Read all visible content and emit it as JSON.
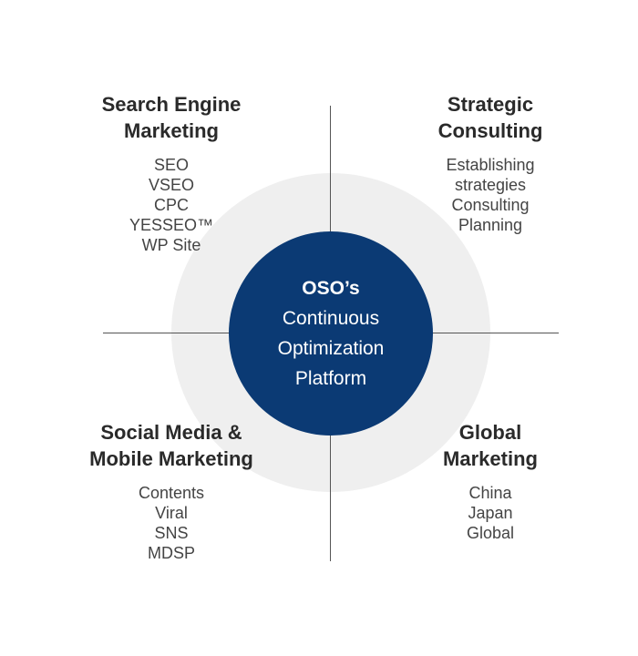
{
  "center": {
    "title": "OSO’s",
    "lines": [
      "Continuous",
      "Optimization",
      "Platform"
    ],
    "color": "#0b3a74"
  },
  "quadrants": [
    {
      "title_lines": [
        "Search Engine",
        "Marketing"
      ],
      "items": [
        "SEO",
        "VSEO",
        "CPC",
        "YESSEO™",
        "WP Site"
      ]
    },
    {
      "title_lines": [
        "Strategic",
        "Consulting"
      ],
      "items": [
        "Establishing",
        "strategies",
        "Consulting",
        "Planning"
      ]
    },
    {
      "title_lines": [
        "Social Media &",
        "Mobile Marketing"
      ],
      "items": [
        "Contents",
        "Viral",
        "SNS",
        "MDSP"
      ]
    },
    {
      "title_lines": [
        "Global",
        "Marketing"
      ],
      "items": [
        "China",
        "Japan",
        "Global"
      ]
    }
  ],
  "ring_color": "#efefef"
}
